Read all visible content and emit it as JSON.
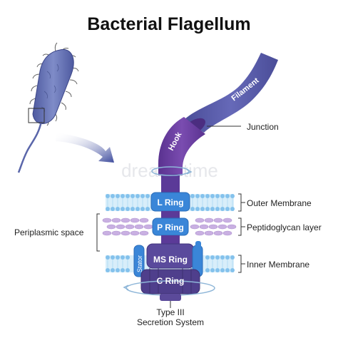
{
  "title": "Bacterial Flagellum",
  "labels": {
    "filament": "Filament",
    "hook": "Hook",
    "junction": "Junction",
    "outer_membrane": "Outer Membrane",
    "peptidoglycan_layer": "Peptidoglycan layer",
    "inner_membrane": "Inner Membrane",
    "periplasmic_space": "Periplasmic space",
    "l_ring": "L Ring",
    "p_ring": "P Ring",
    "ms_ring": "MS Ring",
    "c_ring": "C Ring",
    "stator": "Stator",
    "type3_line1": "Type III",
    "type3_line2": "Secretion System"
  },
  "watermark": "dreamstime",
  "colors": {
    "filament": "#575aa6",
    "hook": "#6a3f9c",
    "ring": "#3a86d8",
    "motor": "#4f3f8c",
    "membrane": "#84c2ec",
    "peptidoglycan": "#c9b0e2",
    "bacterium": "#6a78b5"
  }
}
